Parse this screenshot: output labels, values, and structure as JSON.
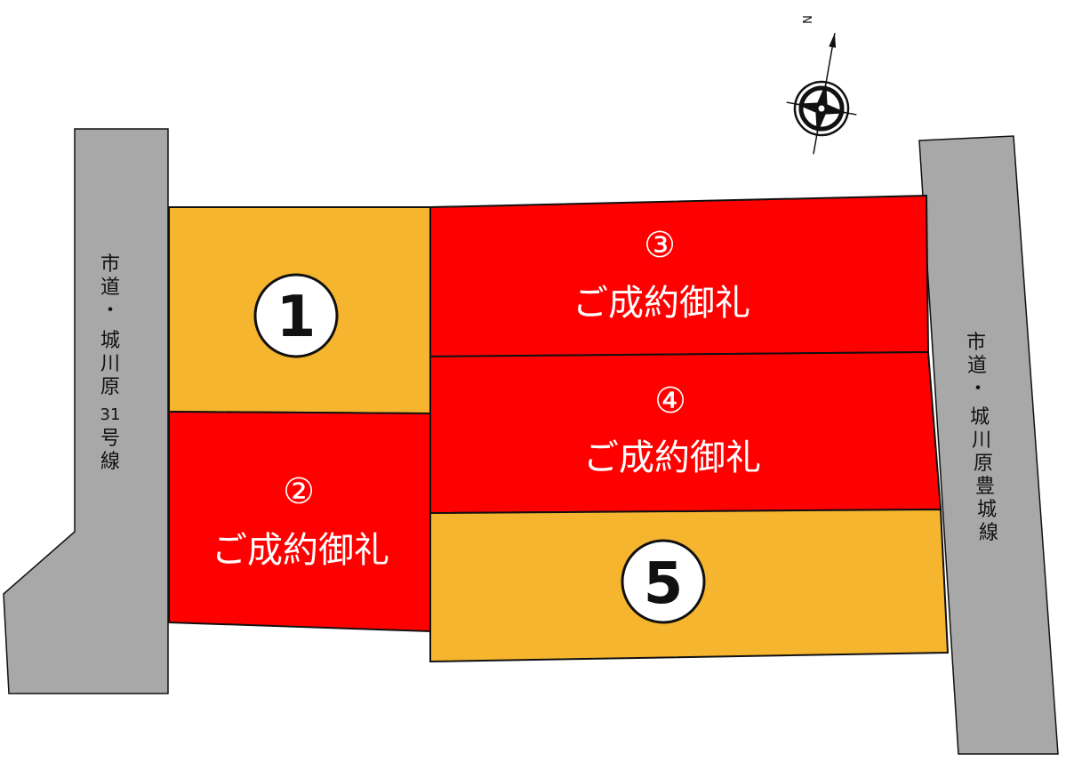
{
  "roads": {
    "left": {
      "label_chars": [
        "市",
        "道",
        "・",
        "城",
        "川",
        "原",
        "31",
        "号",
        "線"
      ]
    },
    "right": {
      "label_chars": [
        "市",
        "道",
        "・",
        "城",
        "川",
        "原",
        "豊",
        "城",
        "線"
      ]
    }
  },
  "compass": {
    "north_label": "N",
    "icon": "compass-rose-icon"
  },
  "lots": [
    {
      "id": "1",
      "number": "1",
      "status_text": "",
      "available": true
    },
    {
      "id": "2",
      "number": "②",
      "status_text": "ご成約御礼",
      "available": false
    },
    {
      "id": "3",
      "number": "③",
      "status_text": "ご成約御礼",
      "available": false
    },
    {
      "id": "4",
      "number": "④",
      "status_text": "ご成約御礼",
      "available": false
    },
    {
      "id": "5",
      "number": "5",
      "status_text": "",
      "available": true
    }
  ],
  "colors": {
    "available": "#F5B52E",
    "sold": "#FF0000",
    "road": "#A8A8A8",
    "outline": "#111111"
  }
}
